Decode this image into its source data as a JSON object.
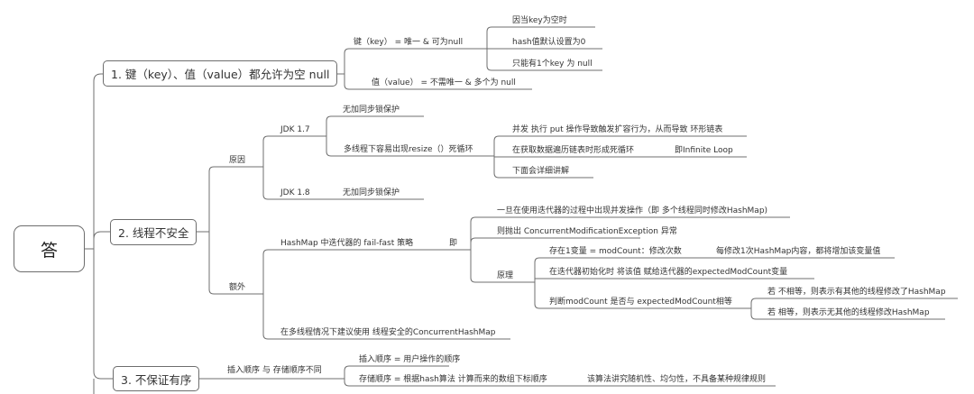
{
  "root": "答",
  "topics": {
    "t1": "1. 键（key）、值（value）都允许为空 null",
    "t2": "2. 线程不安全",
    "t3": "3. 不保证有序"
  },
  "t1": {
    "key": "键（key） = 唯一 & 可为null",
    "key_items": [
      "因当key为空时",
      "hash值默认设置为0",
      "只能有1个key 为 null"
    ],
    "value": "值（value） = 不需唯一 & 多个为 null"
  },
  "t2": {
    "reason": "原因",
    "jdk17": "JDK 1.7",
    "jdk17_lock": "无加同步锁保护",
    "resize": "多线程下容易出现resize（）死循环",
    "resize_items": [
      "并发 执行 put 操作导致触发扩容行为，从而导致 环形链表",
      "在获取数据遍历链表时形成死循环",
      "下面会详细讲解"
    ],
    "infinite": "即Infinite Loop",
    "jdk18": "JDK 1.8",
    "jdk18_lock": "无加同步锁保护",
    "extra": "额外",
    "failfast": "HashMap 中迭代器的 fail-fast 策略",
    "ji": "即",
    "ff_items": [
      "一旦在使用迭代器的过程中出现并发操作（即 多个线程同时修改HashMap)",
      "则抛出 ConcurrentModificationException 异常"
    ],
    "principle": "原理",
    "p_items": [
      "存在1变量 = modCount：修改次数",
      "在迭代器初始化时 将该值 赋给迭代器的expectedModCount变量",
      "判断modCount 是否与 expectedModCount相等"
    ],
    "p_note": "每修改1次HashMap内容，都将增加该变量值",
    "eq_items": [
      "若 不相等，则表示有其他的线程修改了HashMap",
      "若 相等，则表示无其他的线程修改HashMap"
    ],
    "suggest": "在多线程情况下建议使用 线程安全的ConcurrentHashMap"
  },
  "t3": {
    "order": "插入顺序 与 存储顺序不同",
    "insert": "插入顺序 = 用户操作的顺序",
    "store": "存储顺序 = 根据hash算法 计算而来的数组下标顺序",
    "note": "该算法讲究随机性、均匀性，不具备某种规律规则"
  }
}
